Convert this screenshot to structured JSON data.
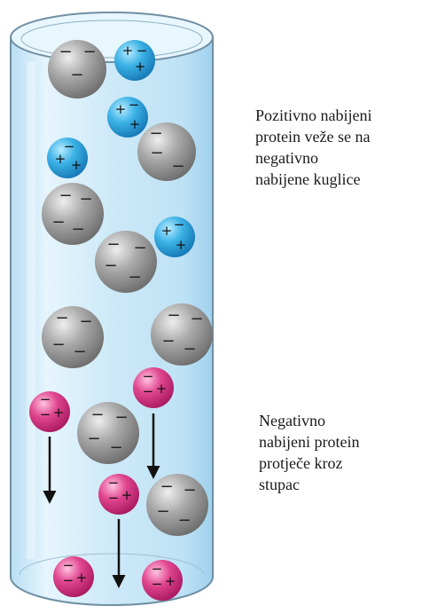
{
  "labels": {
    "bound_protein": [
      "Pozitivno nabijeni",
      "protein veže se na",
      "negativno",
      "nabijene kuglice"
    ],
    "flowing_protein": [
      "Negativno",
      "nabijeni protein",
      "protječe kroz",
      "stupac"
    ]
  },
  "colors": {
    "column_fill": "#cfe9f8",
    "column_edge": "#6f8fa3",
    "bead": "#9a9a9a",
    "positive_protein": "#2ea3dd",
    "negative_protein": "#d6307f",
    "arrow": "#111111"
  },
  "signs": {
    "negative": "−",
    "positive": "+"
  }
}
